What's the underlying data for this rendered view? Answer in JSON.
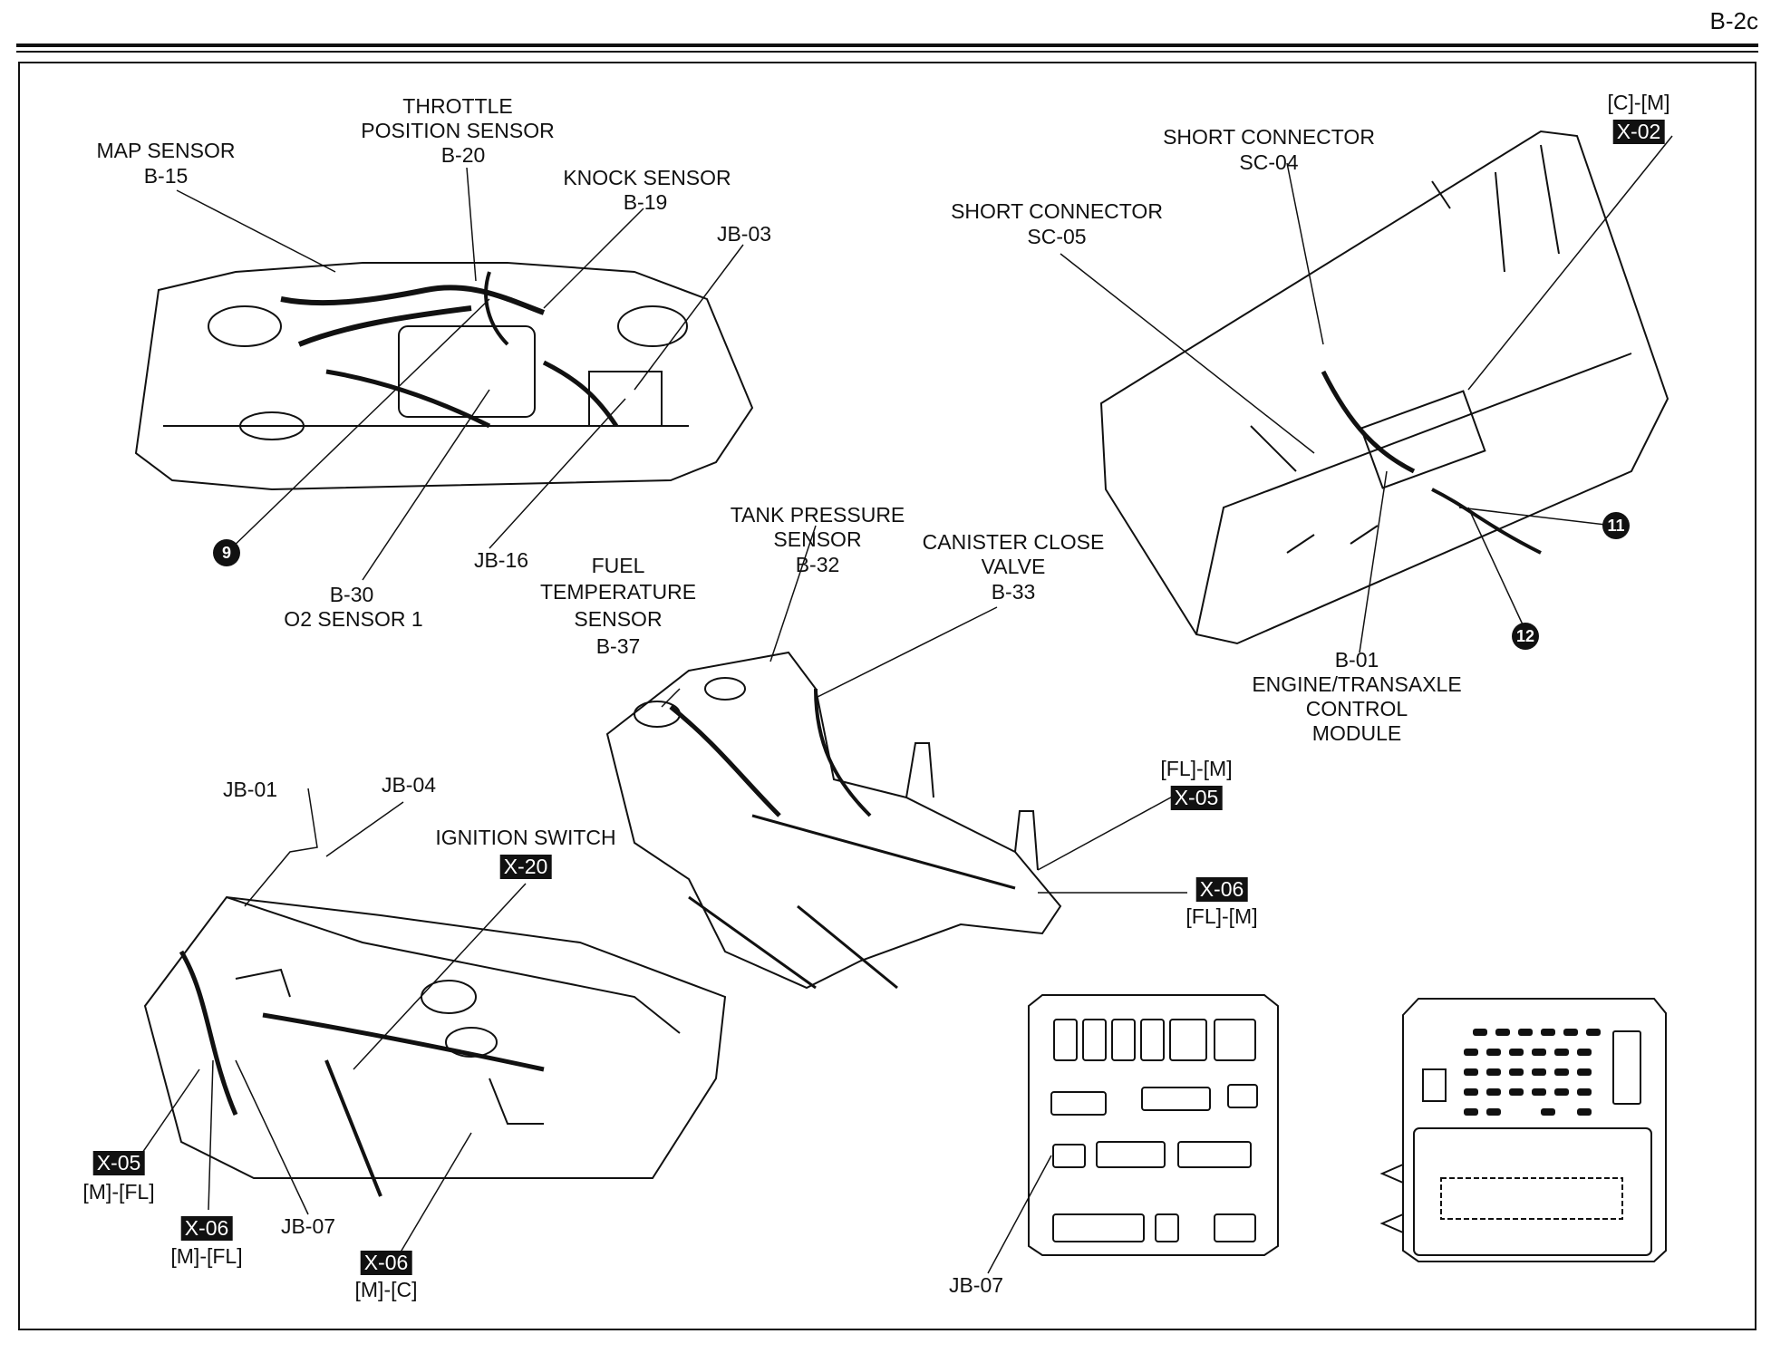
{
  "page_id": "B-2c",
  "labels": {
    "map_sensor": "MAP SENSOR",
    "b15": "B-15",
    "throttle_1": "THROTTLE",
    "throttle_2": "POSITION SENSOR",
    "b20": "B-20",
    "knock": "KNOCK SENSOR",
    "b19": "B-19",
    "jb03": "JB-03",
    "jb16": "JB-16",
    "b30": "B-30",
    "o2": "O2 SENSOR 1",
    "short_conn_1": "SHORT CONNECTOR",
    "sc04": "SC-04",
    "short_conn_2": "SHORT CONNECTOR",
    "sc05": "SC-05",
    "cm": "[C]-[M]",
    "x02": "X-02",
    "b01": "B-01",
    "ecm_1": "ENGINE/TRANSAXLE",
    "ecm_2": "CONTROL",
    "ecm_3": "MODULE",
    "tank_1": "TANK PRESSURE",
    "tank_2": "SENSOR",
    "b32": "B-32",
    "canister_1": "CANISTER CLOSE",
    "canister_2": "VALVE",
    "b33": "B-33",
    "fuel_1": "FUEL",
    "fuel_2": "TEMPERATURE",
    "fuel_3": "SENSOR",
    "b37": "B-37",
    "flm_top": "[FL]-[M]",
    "x05_floor": "X-05",
    "x06_floor": "X-06",
    "flm_bottom": "[FL]-[M]",
    "jb01": "JB-01",
    "jb04": "JB-04",
    "ignition": "IGNITION SWITCH",
    "x20": "X-20",
    "x05_dash": "X-05",
    "mfl_1": "[M]-[FL]",
    "x06_dash": "X-06",
    "mfl_2": "[M]-[FL]",
    "jb07_dash": "JB-07",
    "x06_c": "X-06",
    "mc": "[M]-[C]",
    "jb07_box": "JB-07"
  },
  "callouts": {
    "c9": "9",
    "c11": "11",
    "c12": "12"
  }
}
